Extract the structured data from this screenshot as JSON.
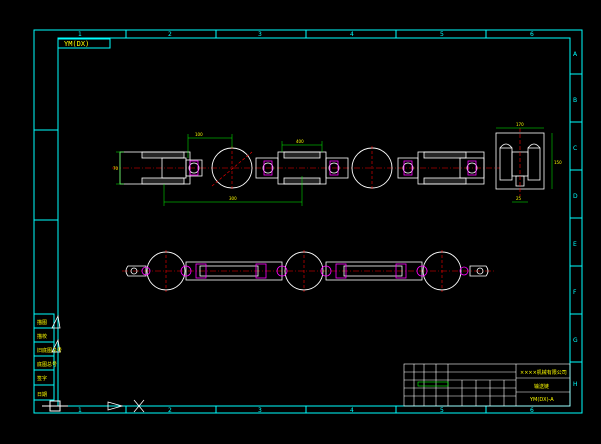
{
  "drawing": {
    "title_tag": "YM(DX)",
    "top_zone_numbers": [
      "1",
      "2",
      "3",
      "4",
      "5",
      "6"
    ],
    "bottom_zone_numbers": [
      "1",
      "2",
      "3",
      "4",
      "5",
      "6"
    ],
    "right_zone_letters": [
      "A",
      "B",
      "C",
      "D",
      "E",
      "F",
      "G",
      "H"
    ],
    "left_panel_labels": [
      "描图",
      "描校",
      "旧底图总号",
      "底图总号",
      "签字",
      "日期"
    ],
    "dimensions": {
      "pitch_top": "100",
      "pitch_mid": "400",
      "overall": "300",
      "left_height": "70",
      "side_width": "170",
      "side_height": "150",
      "side_bottom": "25"
    },
    "title_block": {
      "company": "××××机械有限公司",
      "part_name": "输送链",
      "drawing_no": "YM(DX)-A"
    }
  },
  "colors": {
    "frame": "#00ffff",
    "outline": "#ffffff",
    "accent": "#ff0000",
    "highlight": "#ff00ff",
    "dimension": "#00ff00",
    "text": "#ffff00"
  }
}
